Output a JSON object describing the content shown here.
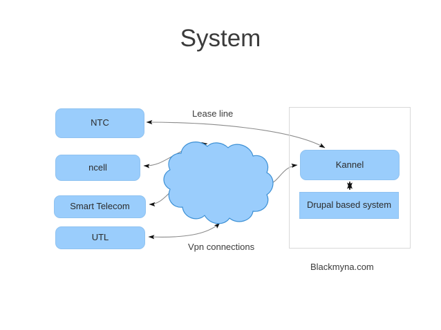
{
  "title": "System",
  "colors": {
    "node_fill": "#9ACDFC",
    "node_border": "#8fc2f0",
    "cloud_fill": "#9ACDFC",
    "cloud_border": "#3b8fd4",
    "connector": "#6b6b6b",
    "container_border": "#d8d8d8",
    "text": "#2b2b2b",
    "title_text": "#3b3b3b",
    "background": "#ffffff"
  },
  "operators": [
    {
      "id": "ntc",
      "label": "NTC"
    },
    {
      "id": "ncell",
      "label": "ncell"
    },
    {
      "id": "smart-telecom",
      "label": "Smart Telecom"
    },
    {
      "id": "utl",
      "label": "UTL"
    }
  ],
  "cloud": {
    "label": ""
  },
  "system": {
    "components": [
      {
        "id": "kannel",
        "label": "Kannel"
      },
      {
        "id": "drupal",
        "label": "Drupal based system"
      }
    ]
  },
  "edge_labels": {
    "lease_line": "Lease line",
    "vpn_connections": "Vpn connections"
  },
  "credit": "Blackmyna.com",
  "connections": [
    {
      "from": "ntc",
      "to": "kannel",
      "label": "Lease line",
      "type": "bidirectional"
    },
    {
      "from": "ncell",
      "to": "cloud",
      "label": "Vpn connections",
      "type": "bidirectional"
    },
    {
      "from": "smart-telecom",
      "to": "cloud",
      "label": "Vpn connections",
      "type": "bidirectional"
    },
    {
      "from": "utl",
      "to": "cloud",
      "label": "Vpn connections",
      "type": "bidirectional"
    },
    {
      "from": "cloud",
      "to": "kannel",
      "label": "",
      "type": "bidirectional"
    },
    {
      "from": "kannel",
      "to": "drupal",
      "label": "",
      "type": "bidirectional"
    }
  ]
}
